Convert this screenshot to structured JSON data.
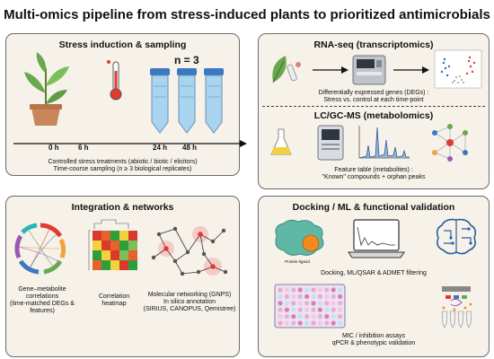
{
  "title": "Multi-omics pipeline from stress-induced plants to prioritized antimicrobials",
  "stress": {
    "title": "Stress induction & sampling",
    "replicates": "n = 3",
    "timepoints": [
      "0 h",
      "6 h",
      "24 h",
      "48 h"
    ],
    "caption1": "Controlled stress treatments (abiotic / biotic / elicitors)",
    "caption2": "Time-course sampling (n ≥ 3 biological replicates)"
  },
  "rnaseq": {
    "title": "RNA-seq (transcriptomics)",
    "caption1": "Differentially expressed genes (DEGs) :",
    "caption2": "Stress vs. control at each time-point"
  },
  "lcms": {
    "title": "LC/GC-MS (metabolomics)",
    "caption1": "Feature table (metabolites) :",
    "caption2": "\"Known\" compounds + orphan peaks"
  },
  "integration": {
    "title": "Integration & networks",
    "corr_caption1": "Gene–metabolite",
    "corr_caption2": "correlations",
    "corr_caption3": "(time-matched DEGs &",
    "corr_caption4": "features)",
    "heatmap_caption1": "Correlation",
    "heatmap_caption2": "heatmap",
    "net_caption1": "Molecular networking (GNPS)",
    "net_caption2": "In silico annotation",
    "net_caption3": "(SIRIUS, CANOPUS, Qemistree)"
  },
  "docking": {
    "title": "Docking / ML & functional validation",
    "protein_label": "Protein-ligand",
    "caption_filter": "Docking, ML/QSAR & ADMET filtering",
    "caption_assay1": "MIC / inhibition assays",
    "caption_assay2": "qPCR & phenotypic validation"
  },
  "colors": {
    "panel_bg": "#f6f1e9",
    "border": "#6b6b6b",
    "leaf": "#6aa84f",
    "pot": "#c8865a",
    "tube_fill": "#a8d4f0",
    "heatmap_red": "#d83a2c",
    "heatmap_green": "#2e9e3a",
    "heatmap_yellow": "#f2d23c"
  }
}
